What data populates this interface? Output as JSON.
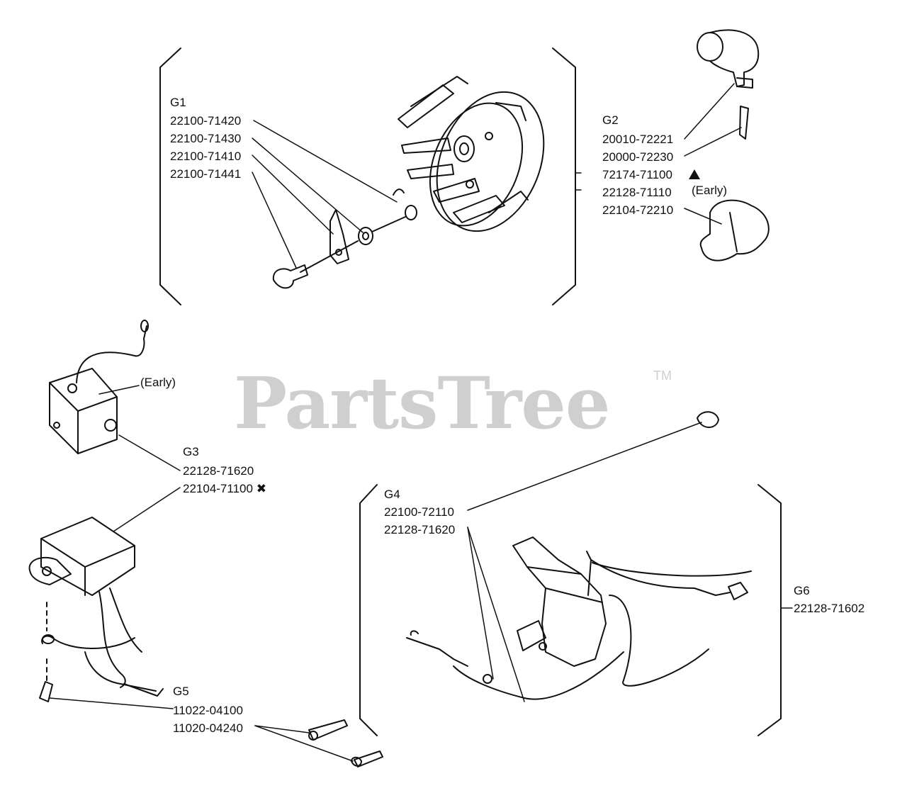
{
  "watermark": {
    "text": "PartsTree",
    "tm": "TM"
  },
  "groups": {
    "g1": {
      "id": "G1",
      "parts": [
        "22100-71420",
        "22100-71430",
        "22100-71410",
        "22100-71441"
      ]
    },
    "g2": {
      "id": "G2",
      "parts": [
        "20010-72221",
        "20000-72230",
        "72174-71100",
        "22128-71110",
        "22104-72210"
      ],
      "early": "(Early)"
    },
    "g3": {
      "id": "G3",
      "parts": [
        "22128-71620",
        "22104-71100"
      ],
      "early": "(Early)"
    },
    "g4": {
      "id": "G4",
      "parts": [
        "22100-72110",
        "22128-71620"
      ]
    },
    "g5": {
      "id": "G5",
      "parts": [
        "11022-04100",
        "11020-04240"
      ]
    },
    "g6": {
      "id": "G6",
      "parts": [
        "22128-71602"
      ]
    }
  },
  "symbols": {
    "triangle": "▲",
    "cross": "✖"
  }
}
